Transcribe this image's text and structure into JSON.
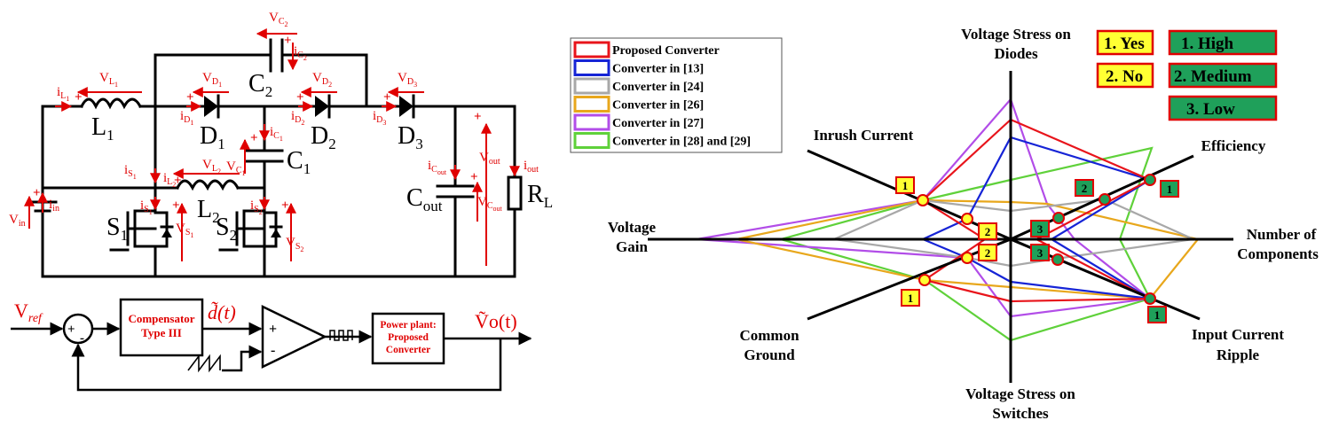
{
  "circuit": {
    "components": {
      "L1": "L",
      "L1_sub": "1",
      "L2": "L",
      "L2_sub": "2",
      "C1": "C",
      "C1_sub": "1",
      "C2": "C",
      "C2_sub": "2",
      "Cout": "C",
      "Cout_sub": "out",
      "D1": "D",
      "D1_sub": "1",
      "D2": "D",
      "D2_sub": "2",
      "D3": "D",
      "D3_sub": "3",
      "S1": "S",
      "S1_sub": "1",
      "S2": "S",
      "S2_sub": "2",
      "RL": "R",
      "RL_sub": "L"
    },
    "red_labels": [
      {
        "id": "vc2",
        "main": "V",
        "sub": "C",
        "subsub": "2"
      },
      {
        "id": "ic2",
        "main": "i",
        "sub": "C",
        "subsub": "2"
      },
      {
        "id": "vl1",
        "main": "V",
        "sub": "L",
        "subsub": "1"
      },
      {
        "id": "il1",
        "main": "i",
        "sub": "L",
        "subsub": "1"
      },
      {
        "id": "vd1",
        "main": "V",
        "sub": "D",
        "subsub": "1"
      },
      {
        "id": "id1",
        "main": "i",
        "sub": "D",
        "subsub": "1"
      },
      {
        "id": "vd2",
        "main": "V",
        "sub": "D",
        "subsub": "2"
      },
      {
        "id": "id2",
        "main": "i",
        "sub": "D",
        "subsub": "2"
      },
      {
        "id": "vd3",
        "main": "V",
        "sub": "D",
        "subsub": "3"
      },
      {
        "id": "id3",
        "main": "i",
        "sub": "D",
        "subsub": "3"
      },
      {
        "id": "ic1",
        "main": "i",
        "sub": "C",
        "subsub": "1"
      },
      {
        "id": "vc1",
        "main": "V",
        "sub": "C",
        "subsub": "1"
      },
      {
        "id": "is1a",
        "main": "i",
        "sub": "S",
        "subsub": "1"
      },
      {
        "id": "il2",
        "main": "i",
        "sub": "L",
        "subsub": "2"
      },
      {
        "id": "vl2",
        "main": "V",
        "sub": "L",
        "subsub": "2"
      },
      {
        "id": "is1b",
        "main": "i",
        "sub": "S",
        "subsub": "1"
      },
      {
        "id": "is2",
        "main": "i",
        "sub": "S",
        "subsub": "2"
      },
      {
        "id": "vs1",
        "main": "V",
        "sub": "S",
        "subsub": "1"
      },
      {
        "id": "vs2",
        "main": "V",
        "sub": "S",
        "subsub": "2"
      },
      {
        "id": "icout",
        "main": "i",
        "sub": "C",
        "subsub": "out"
      },
      {
        "id": "vcout",
        "main": "V",
        "sub": "C",
        "subsub": "out"
      },
      {
        "id": "vout",
        "main": "V",
        "sub": "out",
        "subsub": ""
      },
      {
        "id": "iout",
        "main": "i",
        "sub": "out",
        "subsub": ""
      },
      {
        "id": "iin",
        "main": "i",
        "sub": "in",
        "subsub": ""
      },
      {
        "id": "vin",
        "main": "V",
        "sub": "in",
        "subsub": ""
      }
    ]
  },
  "control": {
    "vref_main": "V",
    "vref_sub": "ref",
    "sum_plus": "+",
    "sum_minus": "-",
    "compensator_line1": "Compensator",
    "compensator_line2": "Type III",
    "duty": "d̃(t)",
    "comp_plus": "+",
    "comp_minus": "-",
    "plant_line1": "Power plant:",
    "plant_line2": "Proposed",
    "plant_line3": "Converter",
    "vo": "Ṽo(t)"
  },
  "radar": {
    "legend": [
      {
        "label": "Proposed Converter",
        "color": "#e8141b"
      },
      {
        "label": "Converter in [13]",
        "color": "#1624d6"
      },
      {
        "label": "Converter in [24]",
        "color": "#a8a8a8"
      },
      {
        "label": "Converter in [26]",
        "color": "#e8a71c"
      },
      {
        "label": "Converter in [27]",
        "color": "#b24de8"
      },
      {
        "label": "Converter in [28] and [29]",
        "color": "#5fd13a"
      }
    ],
    "axes": {
      "top1": "Voltage Stress on",
      "top2": "Diodes",
      "eff": "Efficiency",
      "comp1": "Number of",
      "comp2": "Components",
      "ripple1": "Input Current",
      "ripple2": "Ripple",
      "bot1": "Voltage Stress on",
      "bot2": "Switches",
      "ground1": "Common",
      "ground2": "Ground",
      "gain1": "Voltage",
      "gain2": "Gain",
      "inrush": "Inrush Current"
    },
    "key_yes": "1. Yes",
    "key_no": "2. No",
    "key_high": "1. High",
    "key_medium": "2. Medium",
    "key_low": "3. Low",
    "markers": {
      "inrush": "1",
      "inrush_inner": "2",
      "ground": "1",
      "ground_inner": "2",
      "eff_outer": "1",
      "eff_mid": "2",
      "eff_inner": "3",
      "ripple_outer": "1",
      "ripple_inner": "3"
    },
    "colors": {
      "yes_no_fill": "#ffff33",
      "rating_fill": "#1fa05a",
      "box_stroke": "#e00000"
    }
  }
}
